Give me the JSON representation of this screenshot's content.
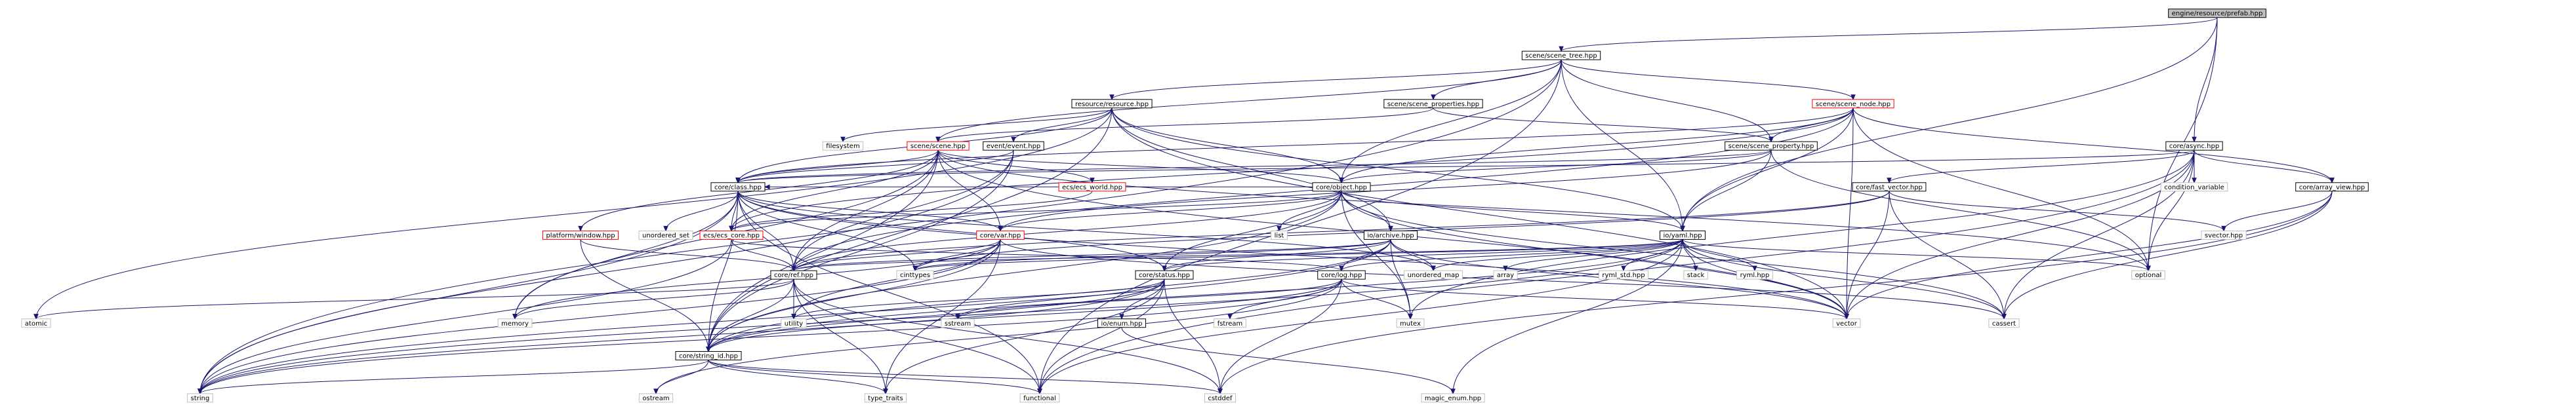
{
  "colors": {
    "edge": "#191970",
    "root_fill": "#bfbfbf",
    "node_fill": "#ffffff",
    "node_stroke": "#bfbfbf",
    "linked_stroke": "#ff0000"
  },
  "nodes": [
    {
      "id": "prefab",
      "label": "engine/resource/prefab.hpp",
      "kind": "root"
    },
    {
      "id": "scene_tree",
      "label": "scene/scene_tree.hpp",
      "kind": "file"
    },
    {
      "id": "resource",
      "label": "resource/resource.hpp",
      "kind": "file"
    },
    {
      "id": "scene_properties",
      "label": "scene/scene_properties.hpp",
      "kind": "file"
    },
    {
      "id": "scene_node",
      "label": "scene/scene_node.hpp",
      "kind": "expandable"
    },
    {
      "id": "core_async",
      "label": "core/async.hpp",
      "kind": "file"
    },
    {
      "id": "event",
      "label": "event/event.hpp",
      "kind": "file"
    },
    {
      "id": "scene",
      "label": "scene/scene.hpp",
      "kind": "expandable"
    },
    {
      "id": "scene_property",
      "label": "scene/scene_property.hpp",
      "kind": "file"
    },
    {
      "id": "filesystem",
      "label": "filesystem",
      "kind": "system"
    },
    {
      "id": "core_class",
      "label": "core/class.hpp",
      "kind": "file"
    },
    {
      "id": "ecs_world",
      "label": "ecs/ecs_world.hpp",
      "kind": "expandable"
    },
    {
      "id": "core_object",
      "label": "core/object.hpp",
      "kind": "file"
    },
    {
      "id": "core_fast_vector",
      "label": "core/fast_vector.hpp",
      "kind": "file"
    },
    {
      "id": "condition_variable",
      "label": "condition_variable",
      "kind": "system"
    },
    {
      "id": "core_array_view",
      "label": "core/array_view.hpp",
      "kind": "file"
    },
    {
      "id": "platform_window",
      "label": "platform/window.hpp",
      "kind": "expandable"
    },
    {
      "id": "ecs_core",
      "label": "ecs/ecs_core.hpp",
      "kind": "expandable"
    },
    {
      "id": "unordered_set",
      "label": "unordered_set",
      "kind": "system"
    },
    {
      "id": "core_var",
      "label": "core/var.hpp",
      "kind": "expandable"
    },
    {
      "id": "list",
      "label": "list",
      "kind": "system"
    },
    {
      "id": "io_archive",
      "label": "io/archive.hpp",
      "kind": "file"
    },
    {
      "id": "io_yaml",
      "label": "io/yaml.hpp",
      "kind": "file"
    },
    {
      "id": "svector",
      "label": "svector.hpp",
      "kind": "system"
    },
    {
      "id": "core_ref",
      "label": "core/ref.hpp",
      "kind": "file"
    },
    {
      "id": "cinttypes",
      "label": "cinttypes",
      "kind": "system"
    },
    {
      "id": "core_status",
      "label": "core/status.hpp",
      "kind": "file"
    },
    {
      "id": "core_log",
      "label": "core/log.hpp",
      "kind": "file"
    },
    {
      "id": "unordered_map",
      "label": "unordered_map",
      "kind": "system"
    },
    {
      "id": "array",
      "label": "array",
      "kind": "system"
    },
    {
      "id": "ryml_std",
      "label": "ryml_std.hpp",
      "kind": "system"
    },
    {
      "id": "stack",
      "label": "stack",
      "kind": "system"
    },
    {
      "id": "ryml",
      "label": "ryml.hpp",
      "kind": "system"
    },
    {
      "id": "optional",
      "label": "optional",
      "kind": "system"
    },
    {
      "id": "atomic",
      "label": "atomic",
      "kind": "system"
    },
    {
      "id": "memory",
      "label": "memory",
      "kind": "system"
    },
    {
      "id": "utility",
      "label": "utility",
      "kind": "system"
    },
    {
      "id": "sstream",
      "label": "sstream",
      "kind": "system"
    },
    {
      "id": "io_enum",
      "label": "io/enum.hpp",
      "kind": "file"
    },
    {
      "id": "fstream",
      "label": "fstream",
      "kind": "system"
    },
    {
      "id": "mutex",
      "label": "mutex",
      "kind": "system"
    },
    {
      "id": "vector",
      "label": "vector",
      "kind": "system"
    },
    {
      "id": "cassert",
      "label": "cassert",
      "kind": "system"
    },
    {
      "id": "core_string_id",
      "label": "core/string_id.hpp",
      "kind": "file"
    },
    {
      "id": "string",
      "label": "string",
      "kind": "system"
    },
    {
      "id": "ostream",
      "label": "ostream",
      "kind": "system"
    },
    {
      "id": "type_traits",
      "label": "type_traits",
      "kind": "system"
    },
    {
      "id": "functional",
      "label": "functional",
      "kind": "system"
    },
    {
      "id": "cstddef",
      "label": "cstddef",
      "kind": "system"
    },
    {
      "id": "magic_enum",
      "label": "magic_enum.hpp",
      "kind": "system"
    }
  ],
  "edges": [
    [
      "prefab",
      "scene_tree"
    ],
    [
      "prefab",
      "io_yaml"
    ],
    [
      "prefab",
      "core_async"
    ],
    [
      "prefab",
      "optional"
    ],
    [
      "scene_tree",
      "resource"
    ],
    [
      "scene_tree",
      "scene_properties"
    ],
    [
      "scene_tree",
      "scene_node"
    ],
    [
      "scene_tree",
      "scene"
    ],
    [
      "scene_tree",
      "core_object"
    ],
    [
      "scene_tree",
      "io_yaml"
    ],
    [
      "scene_tree",
      "scene_property"
    ],
    [
      "scene_tree",
      "string"
    ],
    [
      "scene_tree",
      "functional"
    ],
    [
      "resource",
      "event"
    ],
    [
      "resource",
      "filesystem"
    ],
    [
      "resource",
      "core_class"
    ],
    [
      "resource",
      "core_object"
    ],
    [
      "resource",
      "io_archive"
    ],
    [
      "resource",
      "io_yaml"
    ],
    [
      "resource",
      "atomic"
    ],
    [
      "resource",
      "core_string_id"
    ],
    [
      "resource",
      "vector"
    ],
    [
      "scene_properties",
      "scene_property"
    ],
    [
      "scene_properties",
      "scene"
    ],
    [
      "scene_node",
      "scene_property"
    ],
    [
      "scene_node",
      "core_object"
    ],
    [
      "scene_node",
      "io_yaml"
    ],
    [
      "scene_node",
      "core_array_view"
    ],
    [
      "scene_node",
      "core_class"
    ],
    [
      "scene_node",
      "optional"
    ],
    [
      "scene_node",
      "vector"
    ],
    [
      "scene_node",
      "core_ref"
    ],
    [
      "scene_node",
      "ecs_core"
    ],
    [
      "core_async",
      "core_fast_vector"
    ],
    [
      "core_async",
      "core_array_view"
    ],
    [
      "core_async",
      "condition_variable"
    ],
    [
      "core_async",
      "mutex"
    ],
    [
      "core_async",
      "optional"
    ],
    [
      "core_async",
      "functional"
    ],
    [
      "core_async",
      "core_class"
    ],
    [
      "core_async",
      "vector"
    ],
    [
      "core_async",
      "cassert"
    ],
    [
      "event",
      "core_class"
    ],
    [
      "event",
      "core_ref"
    ],
    [
      "event",
      "core_string_id"
    ],
    [
      "event",
      "string"
    ],
    [
      "scene",
      "core_class"
    ],
    [
      "scene",
      "ecs_world"
    ],
    [
      "scene",
      "ecs_core"
    ],
    [
      "scene",
      "platform_window"
    ],
    [
      "scene",
      "core_object"
    ],
    [
      "scene",
      "core_ref"
    ],
    [
      "scene",
      "core_var"
    ],
    [
      "scene",
      "memory"
    ],
    [
      "scene",
      "core_string_id"
    ],
    [
      "scene",
      "vector"
    ],
    [
      "scene",
      "optional"
    ],
    [
      "scene_property",
      "core_class"
    ],
    [
      "scene_property",
      "io_yaml"
    ],
    [
      "scene_property",
      "core_object"
    ],
    [
      "scene_property",
      "core_var"
    ],
    [
      "scene_property",
      "optional"
    ],
    [
      "core_class",
      "core_var"
    ],
    [
      "core_class",
      "core_ref"
    ],
    [
      "core_class",
      "core_string_id"
    ],
    [
      "core_class",
      "core_status"
    ],
    [
      "core_class",
      "unordered_set"
    ],
    [
      "core_class",
      "cinttypes"
    ],
    [
      "core_class",
      "functional"
    ],
    [
      "core_class",
      "string"
    ],
    [
      "core_class",
      "memory"
    ],
    [
      "core_class",
      "ecs_core"
    ],
    [
      "core_class",
      "vector"
    ],
    [
      "core_class",
      "unordered_map"
    ],
    [
      "ecs_world",
      "ecs_core"
    ],
    [
      "core_object",
      "core_class"
    ],
    [
      "core_object",
      "core_ref"
    ],
    [
      "core_object",
      "core_string_id"
    ],
    [
      "core_object",
      "io_archive"
    ],
    [
      "core_object",
      "io_yaml"
    ],
    [
      "core_object",
      "list"
    ],
    [
      "core_object",
      "mutex"
    ],
    [
      "core_object",
      "core_var"
    ],
    [
      "core_object",
      "core_status"
    ],
    [
      "core_object",
      "ecs_core"
    ],
    [
      "core_object",
      "vector"
    ],
    [
      "core_object",
      "cassert"
    ],
    [
      "core_fast_vector",
      "svector"
    ],
    [
      "core_fast_vector",
      "vector"
    ],
    [
      "core_fast_vector",
      "cassert"
    ],
    [
      "core_fast_vector",
      "cinttypes"
    ],
    [
      "core_fast_vector",
      "core_ref"
    ],
    [
      "core_array_view",
      "svector"
    ],
    [
      "core_array_view",
      "vector"
    ],
    [
      "core_array_view",
      "cassert"
    ],
    [
      "core_array_view",
      "cstddef"
    ],
    [
      "platform_window",
      "core_ref"
    ],
    [
      "platform_window",
      "core_string_id"
    ],
    [
      "ecs_core",
      "core_ref"
    ],
    [
      "ecs_core",
      "core_log"
    ],
    [
      "ecs_core",
      "string"
    ],
    [
      "core_var",
      "core_ref"
    ],
    [
      "core_var",
      "core_string_id"
    ],
    [
      "core_var",
      "cinttypes"
    ],
    [
      "core_var",
      "cassert"
    ],
    [
      "core_var",
      "memory"
    ],
    [
      "core_var",
      "string"
    ],
    [
      "core_var",
      "type_traits"
    ],
    [
      "core_var",
      "utility"
    ],
    [
      "io_archive",
      "core_ref"
    ],
    [
      "io_archive",
      "core_log"
    ],
    [
      "io_archive",
      "core_status"
    ],
    [
      "io_archive",
      "core_string_id"
    ],
    [
      "io_archive",
      "cinttypes"
    ],
    [
      "io_archive",
      "unordered_map"
    ],
    [
      "io_archive",
      "vector"
    ],
    [
      "io_archive",
      "mutex"
    ],
    [
      "io_archive",
      "string"
    ],
    [
      "io_yaml",
      "core_ref"
    ],
    [
      "io_yaml",
      "core_log"
    ],
    [
      "io_yaml",
      "core_status"
    ],
    [
      "io_yaml",
      "core_string_id"
    ],
    [
      "io_yaml",
      "cinttypes"
    ],
    [
      "io_yaml",
      "unordered_map"
    ],
    [
      "io_yaml",
      "array"
    ],
    [
      "io_yaml",
      "ryml_std"
    ],
    [
      "io_yaml",
      "stack"
    ],
    [
      "io_yaml",
      "ryml"
    ],
    [
      "io_yaml",
      "optional"
    ],
    [
      "io_yaml",
      "vector"
    ],
    [
      "io_yaml",
      "cassert"
    ],
    [
      "io_yaml",
      "magic_enum"
    ],
    [
      "io_yaml",
      "functional"
    ],
    [
      "io_yaml",
      "string"
    ],
    [
      "core_ref",
      "atomic"
    ],
    [
      "core_ref",
      "memory"
    ],
    [
      "core_ref",
      "utility"
    ],
    [
      "core_ref",
      "type_traits"
    ],
    [
      "core_ref",
      "functional"
    ],
    [
      "core_ref",
      "cstddef"
    ],
    [
      "core_ref",
      "core_string_id"
    ],
    [
      "core_status",
      "core_string_id"
    ],
    [
      "core_status",
      "sstream"
    ],
    [
      "core_status",
      "io_enum"
    ],
    [
      "core_status",
      "string"
    ],
    [
      "core_status",
      "cstddef"
    ],
    [
      "core_status",
      "type_traits"
    ],
    [
      "core_status",
      "functional"
    ],
    [
      "core_status",
      "utility"
    ],
    [
      "core_log",
      "core_string_id"
    ],
    [
      "core_log",
      "fstream"
    ],
    [
      "core_log",
      "mutex"
    ],
    [
      "core_log",
      "sstream"
    ],
    [
      "core_log",
      "string"
    ],
    [
      "core_log",
      "ostream"
    ],
    [
      "core_log",
      "vector"
    ],
    [
      "core_log",
      "cstddef"
    ],
    [
      "io_enum",
      "magic_enum"
    ],
    [
      "core_string_id",
      "string"
    ],
    [
      "core_string_id",
      "ostream"
    ],
    [
      "core_string_id",
      "type_traits"
    ],
    [
      "core_string_id",
      "functional"
    ],
    [
      "core_string_id",
      "cstddef"
    ]
  ]
}
